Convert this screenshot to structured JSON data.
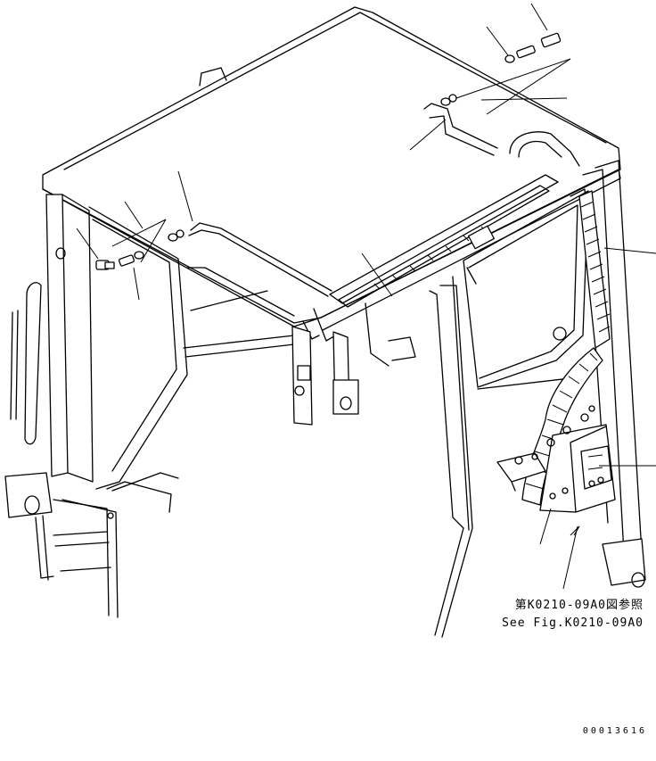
{
  "diagram": {
    "reference_note": {
      "line1": "第K0210-09A0図参照",
      "line2": "See Fig.K0210-09A0"
    },
    "drawing_number": "00013616"
  }
}
